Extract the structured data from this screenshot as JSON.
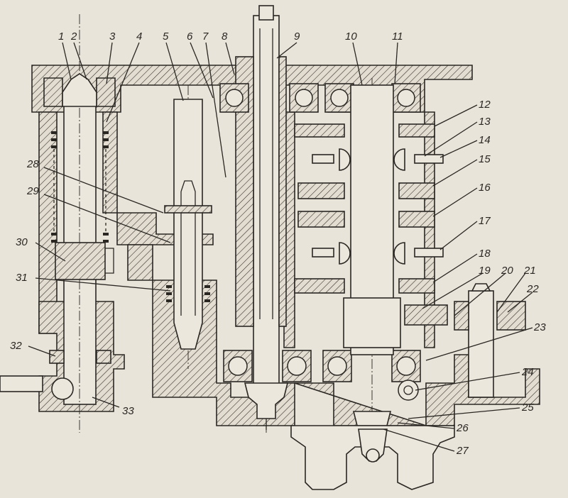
{
  "diagram": {
    "callouts": [
      {
        "id": 1,
        "text": "1"
      },
      {
        "id": 2,
        "text": "2"
      },
      {
        "id": 3,
        "text": "3"
      },
      {
        "id": 4,
        "text": "4"
      },
      {
        "id": 5,
        "text": "5"
      },
      {
        "id": 6,
        "text": "6"
      },
      {
        "id": 7,
        "text": "7"
      },
      {
        "id": 8,
        "text": "8"
      },
      {
        "id": 9,
        "text": "9"
      },
      {
        "id": 10,
        "text": "10"
      },
      {
        "id": 11,
        "text": "11"
      },
      {
        "id": 12,
        "text": "12"
      },
      {
        "id": 13,
        "text": "13"
      },
      {
        "id": 14,
        "text": "14"
      },
      {
        "id": 15,
        "text": "15"
      },
      {
        "id": 16,
        "text": "16"
      },
      {
        "id": 17,
        "text": "17"
      },
      {
        "id": 18,
        "text": "18"
      },
      {
        "id": 19,
        "text": "19"
      },
      {
        "id": 20,
        "text": "20"
      },
      {
        "id": 21,
        "text": "21"
      },
      {
        "id": 22,
        "text": "22"
      },
      {
        "id": 23,
        "text": "23"
      },
      {
        "id": 24,
        "text": "24"
      },
      {
        "id": 25,
        "text": "25"
      },
      {
        "id": 26,
        "text": "26"
      },
      {
        "id": 27,
        "text": "27"
      },
      {
        "id": 28,
        "text": "28"
      },
      {
        "id": 29,
        "text": "29"
      },
      {
        "id": 30,
        "text": "30"
      },
      {
        "id": 31,
        "text": "31"
      },
      {
        "id": 32,
        "text": "32"
      },
      {
        "id": 33,
        "text": "33"
      }
    ]
  },
  "colors": {
    "paper": "#e9e4da",
    "ink": "#2a2723"
  }
}
